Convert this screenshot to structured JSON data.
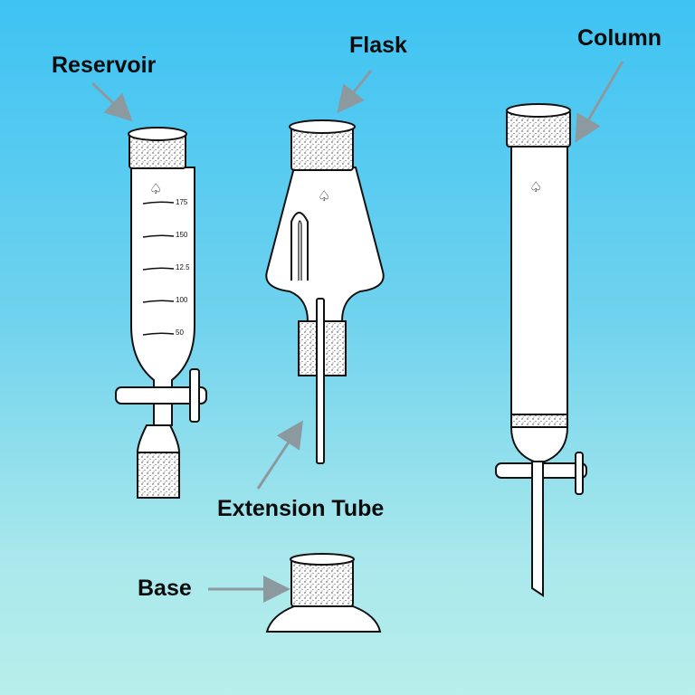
{
  "labels": {
    "reservoir": "Reservoir",
    "flask": "Flask",
    "column": "Column",
    "extension_tube": "Extension Tube",
    "base": "Base"
  },
  "reservoir_graduations": [
    "175",
    "150",
    "12.5",
    "100",
    "50"
  ],
  "colors": {
    "background_top": "#3ec3f3",
    "background_bottom": "#b8eeeb",
    "arrow": "#8c9aa0",
    "glass_fill": "#ffffff",
    "outline": "#111111"
  }
}
